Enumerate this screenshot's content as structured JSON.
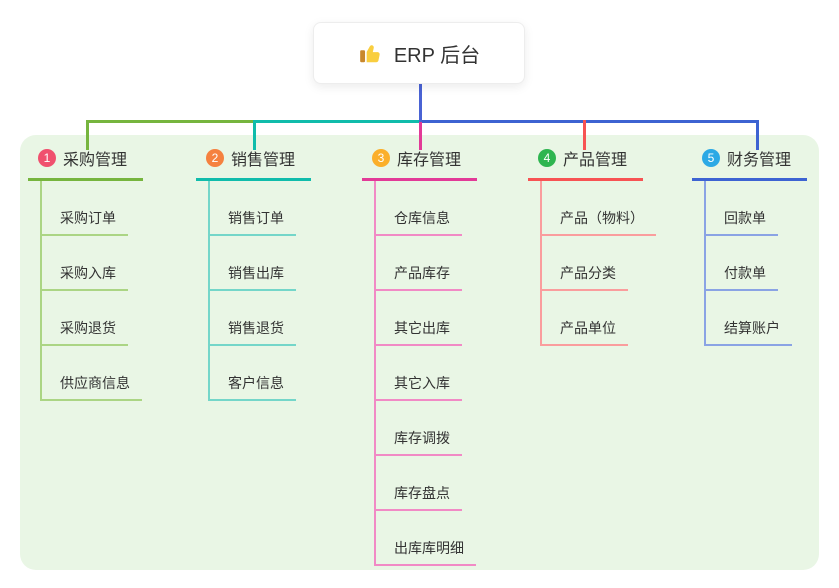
{
  "root": {
    "title": "ERP 后台",
    "icon": "thumbs-up-icon",
    "icon_colors": {
      "hand": "#f9ce3f",
      "cuff": "#c9882c"
    }
  },
  "canvas": {
    "background": "#e9f6e5"
  },
  "connector": {
    "root_color": "#4a63d4"
  },
  "branches": [
    {
      "id": 1,
      "badge": "1",
      "label": "采购管理",
      "badge_color": "#f0506e",
      "line_color": "#76b53e",
      "child_line_color": "#abd584",
      "children": [
        "采购订单",
        "采购入库",
        "采购退货",
        "供应商信息"
      ]
    },
    {
      "id": 2,
      "badge": "2",
      "label": "销售管理",
      "badge_color": "#f5813f",
      "line_color": "#10bcab",
      "child_line_color": "#74d6c9",
      "children": [
        "销售订单",
        "销售出库",
        "销售退货",
        "客户信息"
      ]
    },
    {
      "id": 3,
      "badge": "3",
      "label": "库存管理",
      "badge_color": "#fbaf2a",
      "line_color": "#e23a97",
      "child_line_color": "#f18ac5",
      "children": [
        "仓库信息",
        "产品库存",
        "其它出库",
        "其它入库",
        "库存调拨",
        "库存盘点",
        "出库库明细"
      ]
    },
    {
      "id": 4,
      "badge": "4",
      "label": "产品管理",
      "badge_color": "#2eb550",
      "line_color": "#f75353",
      "child_line_color": "#fa9d9d",
      "children": [
        "产品（物料）",
        "产品分类",
        "产品单位"
      ]
    },
    {
      "id": 5,
      "badge": "5",
      "label": "财务管理",
      "badge_color": "#2ca9e5",
      "line_color": "#3d63d2",
      "child_line_color": "#8aa3e4",
      "children": [
        "回款单",
        "付款单",
        "结算账户"
      ]
    }
  ]
}
